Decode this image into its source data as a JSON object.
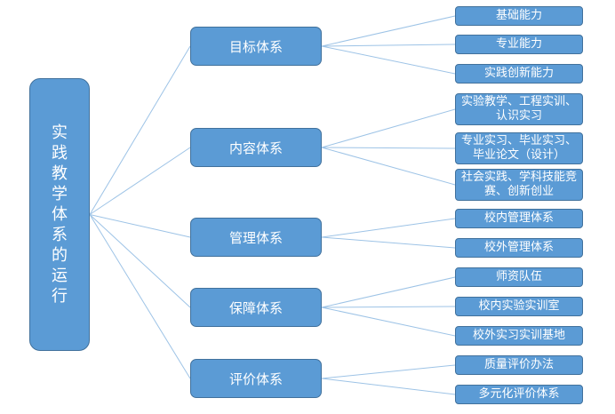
{
  "root": {
    "label": "实践教学体系的运行"
  },
  "categories": [
    {
      "label": "目标体系",
      "items": [
        "基础能力",
        "专业能力",
        "实践创新能力"
      ]
    },
    {
      "label": "内容体系",
      "items": [
        "实验教学、工程实训、认识实习",
        "专业实习、毕业实习、毕业论文（设计）",
        "社会实践、学科技能竞赛、创新创业"
      ]
    },
    {
      "label": "管理体系",
      "items": [
        "校内管理体系",
        "校外管理体系"
      ]
    },
    {
      "label": "保障体系",
      "items": [
        "师资队伍",
        "校内实验实训室",
        "校外实习实训基地"
      ]
    },
    {
      "label": "评价体系",
      "items": [
        "质量评价办法",
        "多元化评价体系"
      ]
    }
  ]
}
